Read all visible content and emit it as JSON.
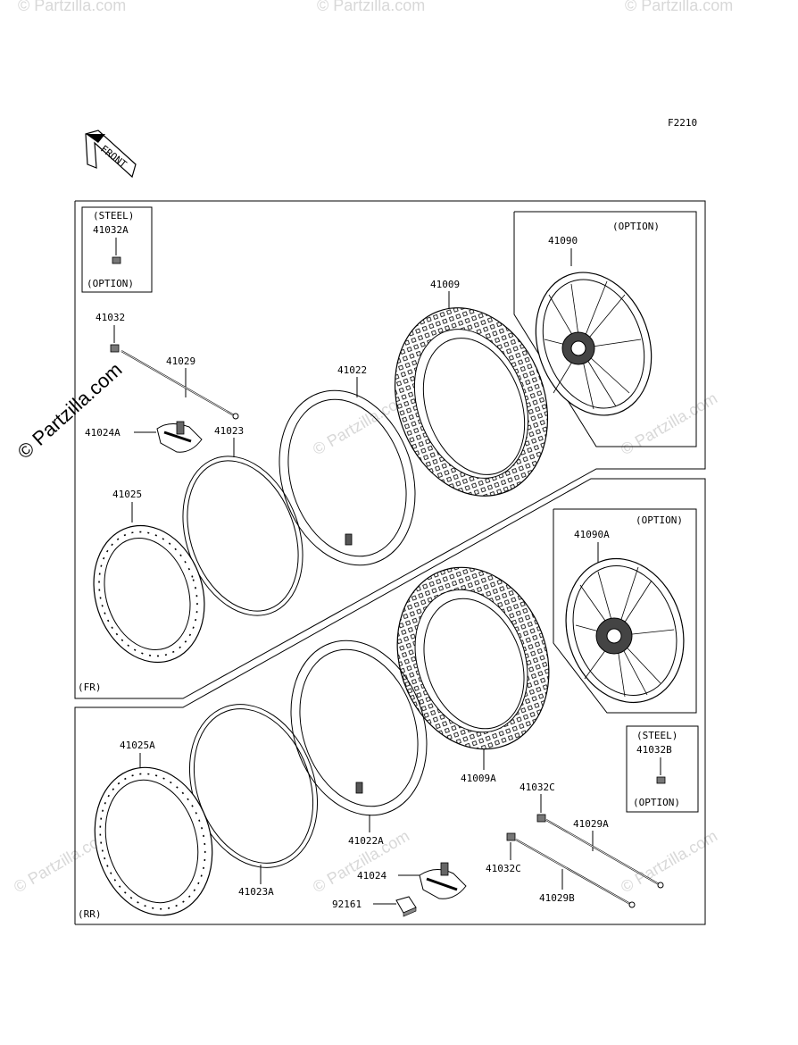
{
  "diagram_code": "F2210",
  "front_label": "FRONT",
  "watermark_side": "© Partzilla.com",
  "watermark_faint": "© Partzilla.com",
  "steel_front": {
    "title": "(STEEL)",
    "part": "41032A",
    "note": "(OPTION)"
  },
  "steel_rear": {
    "title": "(STEEL)",
    "part": "41032B",
    "note": "(OPTION)"
  },
  "option_front_wheel": "(OPTION)",
  "option_rear_wheel": "(OPTION)",
  "section_front": "(FR)",
  "section_rear": "(RR)",
  "parts": {
    "p41032": "41032",
    "p41029": "41029",
    "p41024A": "41024A",
    "p41023": "41023",
    "p41022": "41022",
    "p41009": "41009",
    "p41090": "41090",
    "p41025": "41025",
    "p41090A": "41090A",
    "p41025A": "41025A",
    "p41023A": "41023A",
    "p41022A": "41022A",
    "p41009A": "41009A",
    "p41032C_top": "41032C",
    "p41029A": "41029A",
    "p41032C_bot": "41032C",
    "p41029B": "41029B",
    "p41024": "41024",
    "p92161": "92161"
  }
}
